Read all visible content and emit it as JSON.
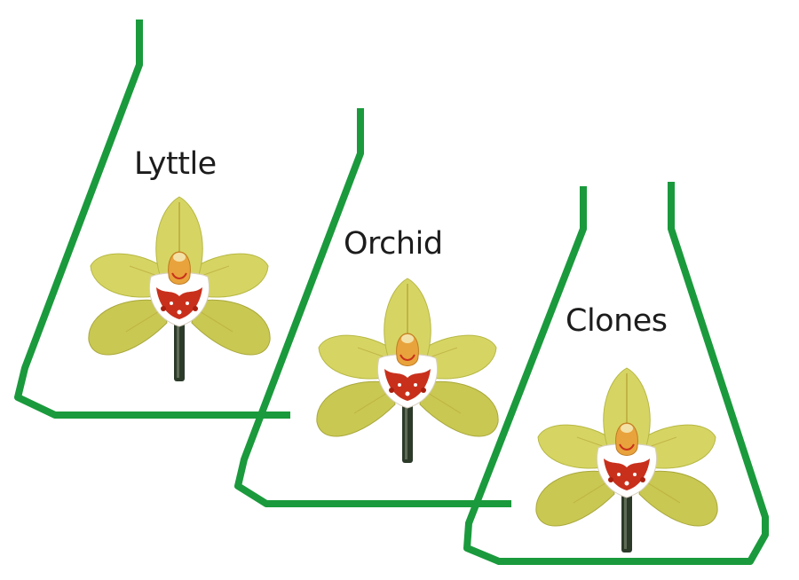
{
  "labels": [
    "Lyttle",
    "Orchid",
    "Clones"
  ],
  "icons": {
    "flask": "erlenmeyer-flask-icon",
    "flower": "orchid-flower-icon"
  },
  "colors": {
    "flask_outline": "#1a9a3c",
    "petal": "#d6d564",
    "petal_shadow": "#b7b843",
    "lip": "#ffffff",
    "lip_spots": "#c8301c",
    "column": "#e9a33c",
    "stem": "#2c3a2a",
    "text": "#1c1c1c"
  }
}
